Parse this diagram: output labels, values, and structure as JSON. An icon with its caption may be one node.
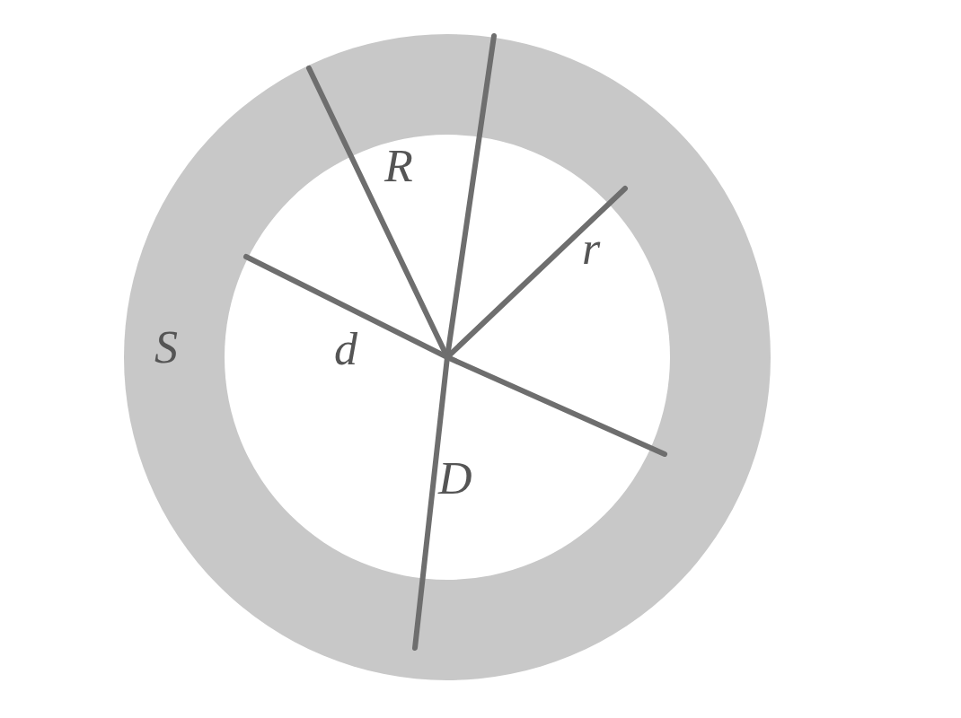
{
  "diagram": {
    "labels": [
      "R",
      "r",
      "S",
      "d",
      "D"
    ]
  }
}
